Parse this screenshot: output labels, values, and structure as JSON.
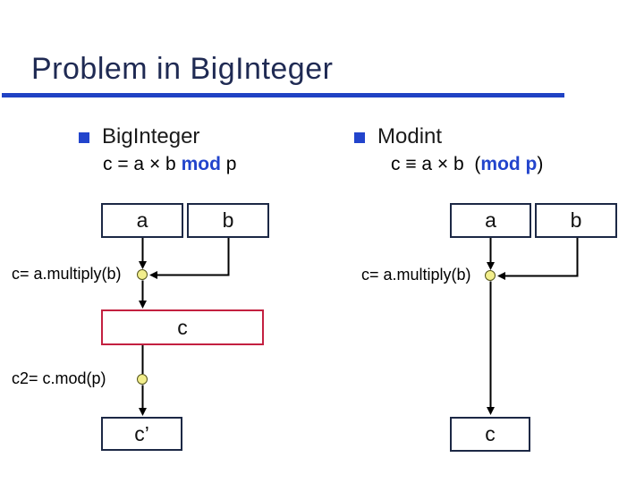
{
  "slide_title": "Problem in BigInteger",
  "bullets": [
    {
      "heading": "BigInteger",
      "eq_pre": "c = a × b ",
      "eq_mod": "mod",
      "eq_post": " p"
    },
    {
      "heading": "Modint",
      "eq_pre": "c ≡ a × b  (",
      "eq_mod": "mod p",
      "eq_post": ")"
    }
  ],
  "diagram": {
    "left": {
      "input_a": "a",
      "input_b": "b",
      "multiply_label": "c= a.multiply(b)",
      "intermediate_box": "c",
      "mod_label": "c2= c.mod(p)",
      "result_box": "c’"
    },
    "right": {
      "input_a": "a",
      "input_b": "b",
      "multiply_label": "c= a.multiply(b)",
      "result_box": "c"
    }
  },
  "colors": {
    "title_text": "#1f2a53",
    "title_rule": "#2042c4",
    "accent_blue": "#2244cc",
    "box_border": "#1c2845",
    "highlight_border": "#c32040",
    "node_fill": "#f2ee8c",
    "connector": "#000000"
  }
}
